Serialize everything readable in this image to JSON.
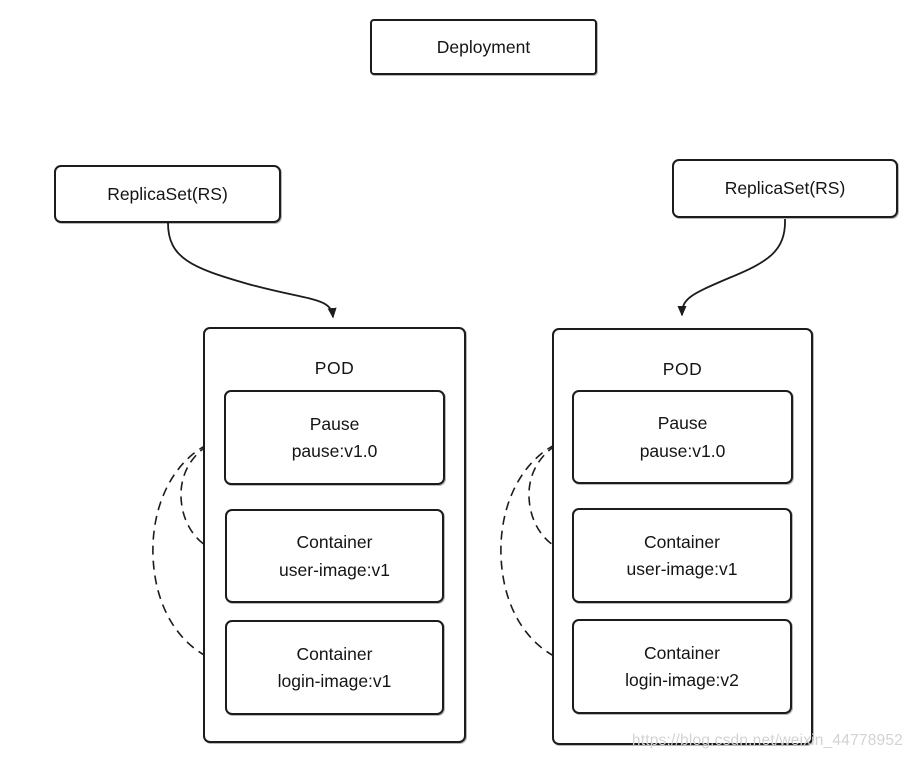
{
  "diagram": {
    "deployment_label": "Deployment",
    "replicaset_left_label": "ReplicaSet(RS)",
    "replicaset_right_label": "ReplicaSet(RS)",
    "pods": [
      {
        "label": "POD",
        "boxes": [
          {
            "line1": "Pause",
            "line2": "pause:v1.0"
          },
          {
            "line1": "Container",
            "line2": "user-image:v1"
          },
          {
            "line1": "Container",
            "line2": "login-image:v1"
          }
        ]
      },
      {
        "label": "POD",
        "boxes": [
          {
            "line1": "Pause",
            "line2": "pause:v1.0"
          },
          {
            "line1": "Container",
            "line2": "user-image:v1"
          },
          {
            "line1": "Container",
            "line2": "login-image:v2"
          }
        ]
      }
    ],
    "watermark": "https://blog.csdn.net/weixin_44778952",
    "colors": {
      "line": "#1c1c1c",
      "box_background": "#ffffff",
      "text": "#141414",
      "watermark": "#d3d3d3"
    }
  }
}
